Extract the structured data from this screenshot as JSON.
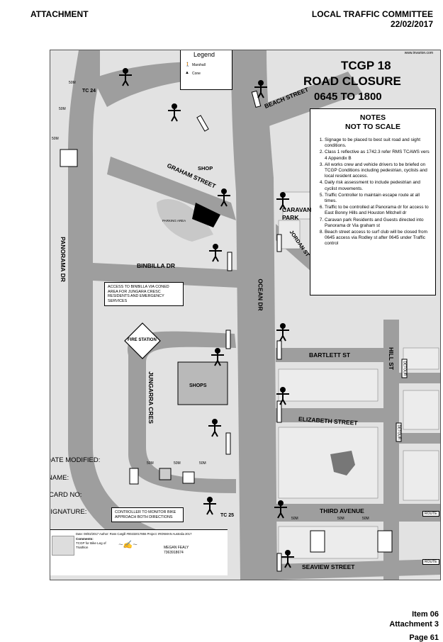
{
  "header": {
    "left": "ATTACHMENT",
    "right_line1": "LOCAL TRAFFIC COMMITTEE",
    "right_line2": "22/02/2017"
  },
  "map": {
    "website": "www.invarion.com",
    "title_line1": "TCGP 18",
    "title_line2": "ROAD CLOSURE",
    "title_line3": "0645 TO 1800",
    "legend": {
      "title": "Legend",
      "items": [
        "Marshall",
        "Cone"
      ]
    },
    "notes": {
      "title_line1": "NOTES",
      "title_line2": "NOT TO SCALE",
      "items": [
        "Signage to be placed to best suit road and sight conditions.",
        "Class 1 reflective as 1742.3 refer RMS TCAWS vers 4 Appendix B",
        "All works crew and vehicle drivers to be briefed on TCGP Conditions including pedestrian, cyclists and local resident access.",
        "Daily risk assessment to include pedestrian and cyclist movements.",
        "Traffic Controller to maintain escape route at all times.",
        "Traffic to be controlled at Panorama dr for access to East Bonny Hills and Houston Mitchell dr",
        "Caravan park Residents and Guests directed into Panorama dr Via graham st",
        "Beach street access to surf club will be closed from 0645 access via Rodley st after 0645 under Traffic control"
      ]
    },
    "streets": {
      "beach": "BEACH STREET",
      "graham": "GRAHAM STREET",
      "panorama": "PANORAMA DR",
      "binbilla": "BINBILLA DR",
      "ocean": "OCEAN DR",
      "jordan": "JORDAN ST",
      "bartlett": "BARTLETT ST",
      "hill": "HILL ST",
      "jungarra": "JUNGARRA CRES",
      "elizabeth": "ELIZABETH STREET",
      "third": "THIRD AVENUE",
      "seaview": "SEAVIEW STREET"
    },
    "places": {
      "shop": "SHOP",
      "caravan": "CARAVAN PARK",
      "parking": "PARKING AREA",
      "fire_station": "FIRE STATION",
      "shops": "SHOPS"
    },
    "callout_binbilla": "ACCESS TO BINBILLA VIA CONED AREA FOR JUNGARA CRESC RESIDENTS AND EMERGENCY SERVICES",
    "callout_controller": "CONTROLLER TO MONITOR BIKE APPROACH BOTH DIRECTIONS",
    "tc24": "TC 24",
    "tc25": "TC 25",
    "dist_labels": {
      "d1": "50M",
      "d2": "50M",
      "d3": "50M",
      "g1": "50M",
      "g2": "50M",
      "g3": "50M",
      "t1": "50M",
      "t2": "50M",
      "t3": "50M"
    },
    "form": {
      "date_modified": "DATE MODIFIED:",
      "name": "NAME:",
      "card_no": "CARD NO:",
      "signature": "SIGNATURE:"
    },
    "info": {
      "line": "Date: 08/02/2017 Author: Ross Cargill #00232017855 Project: IRONMAN Australia 2017",
      "comments_label": "Comments:",
      "comments": "TCGP for Bike Leg of Triathlon",
      "signer": "MEGAN FEALY",
      "signer_no": "7363918674"
    },
    "side_tags": {
      "hill": "DETOUR",
      "eliz": "DETOUR",
      "third": "ROUTE",
      "ridge": "ROUTE"
    }
  },
  "footer": {
    "line1": "Item 06",
    "line2": "Attachment 3",
    "line3": "Page 61"
  },
  "colors": {
    "road": "#9e9e9e",
    "block": "#e2e2e2",
    "text": "#000000"
  }
}
